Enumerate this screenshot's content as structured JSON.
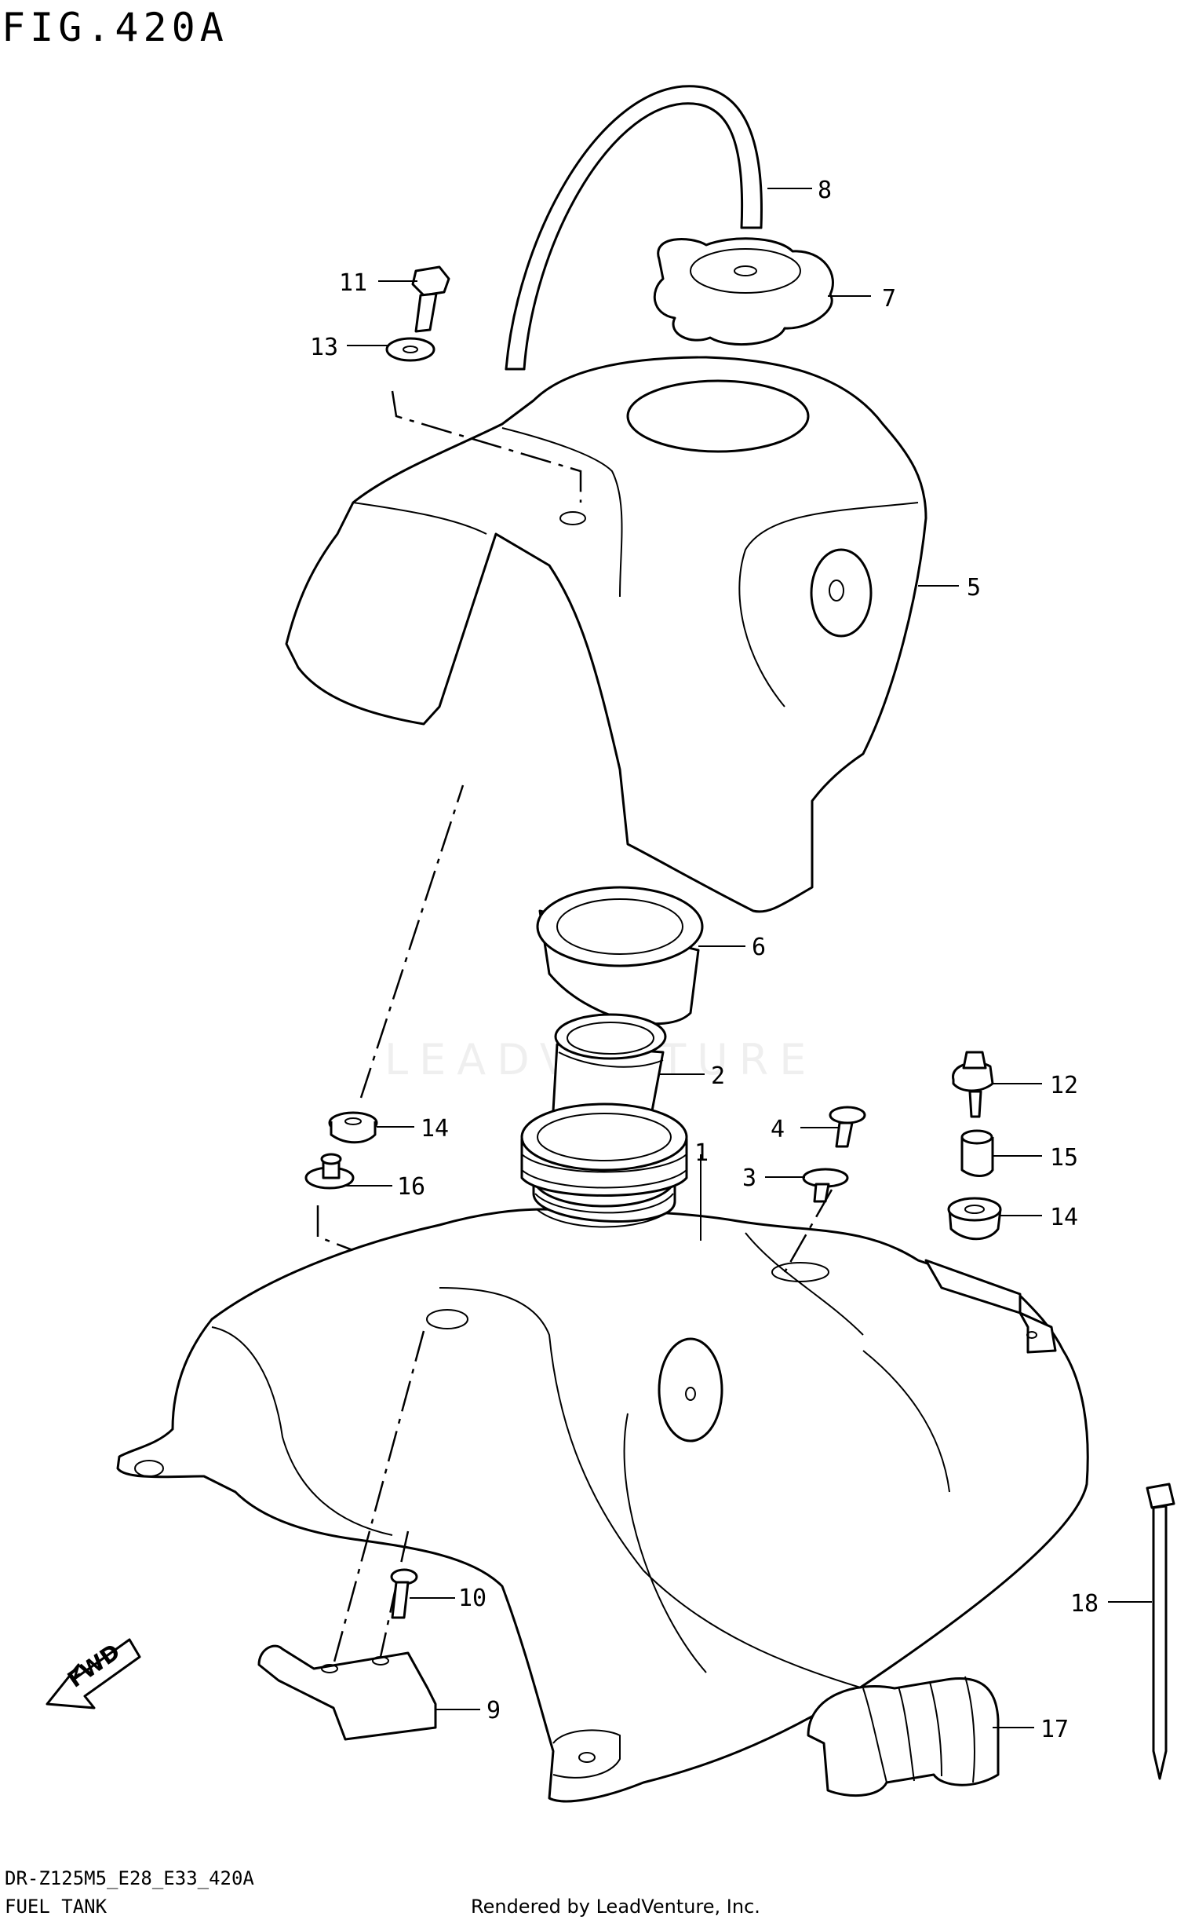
{
  "figure": {
    "title": "FIG.420A",
    "model_code": "DR-Z125M5_E28_E33_420A",
    "section_name": "FUEL TANK",
    "render_credit": "Rendered by LeadVenture, Inc.",
    "watermark": "LEADVENTURE"
  },
  "callouts": [
    {
      "id": "c1",
      "label": "1"
    },
    {
      "id": "c2",
      "label": "2"
    },
    {
      "id": "c3",
      "label": "3"
    },
    {
      "id": "c4",
      "label": "4"
    },
    {
      "id": "c5",
      "label": "5"
    },
    {
      "id": "c6",
      "label": "6"
    },
    {
      "id": "c7",
      "label": "7"
    },
    {
      "id": "c8",
      "label": "8"
    },
    {
      "id": "c9",
      "label": "9"
    },
    {
      "id": "c10",
      "label": "10"
    },
    {
      "id": "c11",
      "label": "11"
    },
    {
      "id": "c12",
      "label": "12"
    },
    {
      "id": "c13",
      "label": "13"
    },
    {
      "id": "c14a",
      "label": "14"
    },
    {
      "id": "c14b",
      "label": "14"
    },
    {
      "id": "c15",
      "label": "15"
    },
    {
      "id": "c16",
      "label": "16"
    },
    {
      "id": "c17",
      "label": "17"
    },
    {
      "id": "c18",
      "label": "18"
    }
  ],
  "fwd_arrow": {
    "label": "FWD"
  }
}
